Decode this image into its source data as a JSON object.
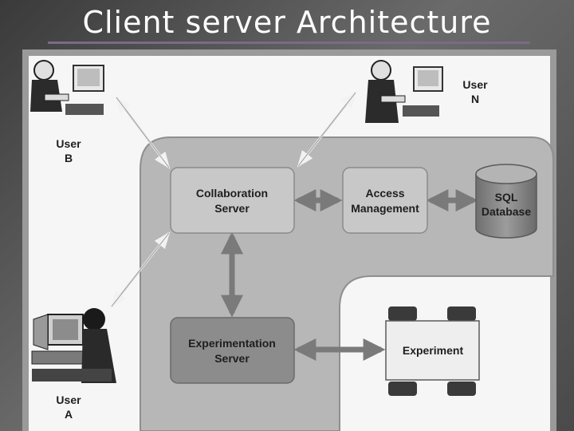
{
  "title": "Client server Architecture",
  "users": {
    "b": {
      "line1": "User",
      "line2": "B"
    },
    "n": {
      "line1": "User",
      "line2": "N"
    },
    "a": {
      "line1": "User",
      "line2": "A"
    }
  },
  "nodes": {
    "collaboration": {
      "line1": "Collaboration",
      "line2": "Server"
    },
    "access": {
      "line1": "Access",
      "line2": "Management"
    },
    "sql": {
      "line1": "SQL",
      "line2": "Database"
    },
    "experimentation": {
      "line1": "Experimentation",
      "line2": "Server"
    },
    "experiment": {
      "label": "Experiment"
    }
  },
  "icons": [
    "user-at-computer-icon",
    "database-cylinder-icon",
    "wheel-icon"
  ]
}
